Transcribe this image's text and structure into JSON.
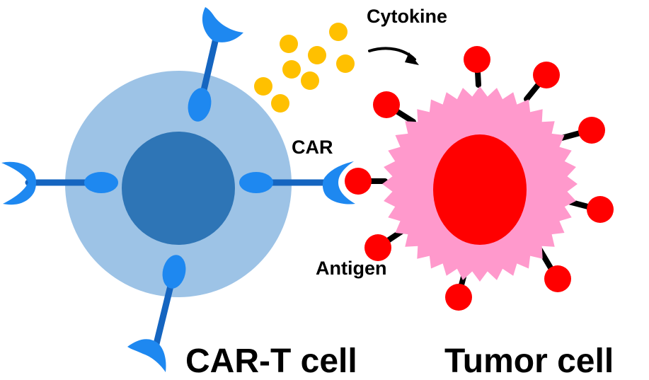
{
  "labels": {
    "cytokine": "Cytokine",
    "car": "CAR",
    "antigen": "Antigen",
    "cart_cell": "CAR-T cell",
    "tumor_cell": "Tumor cell"
  },
  "colors": {
    "tcell_outer": "#9dc3e6",
    "tcell_nucleus": "#2e75b6",
    "car_receptor": "#1e88f0",
    "car_stalk": "#1565c0",
    "cytokine": "#ffc000",
    "tumor_body": "#ff99cc",
    "tumor_nucleus": "#ff0000",
    "antigen": "#ff0000",
    "antigen_stalk": "#000000"
  }
}
